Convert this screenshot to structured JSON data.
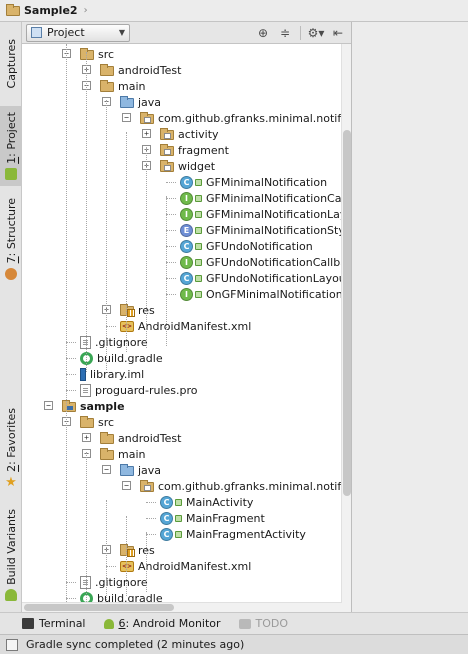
{
  "breadcrumb": {
    "project": "Sample2"
  },
  "left_tabs": [
    {
      "label": "Captures"
    },
    {
      "num": "1",
      "label": ": Project"
    },
    {
      "num": "7",
      "label": ": Structure"
    },
    {
      "num": "2",
      "label": ": Favorites"
    },
    {
      "label": "Build Variants"
    }
  ],
  "panel": {
    "view_mode": "Project",
    "toolbar_icons": [
      "locate-icon",
      "collapse-all-icon",
      "settings-icon",
      "hide-icon"
    ]
  },
  "tree": [
    {
      "label": "src",
      "icon": "folder",
      "toggle": "-"
    },
    {
      "label": "androidTest",
      "icon": "folder",
      "toggle": "+"
    },
    {
      "label": "main",
      "icon": "folder",
      "toggle": "-"
    },
    {
      "label": "java",
      "icon": "source-folder",
      "toggle": "-"
    },
    {
      "label": "com.github.gfranks.minimal.notific",
      "icon": "package",
      "toggle": "-"
    },
    {
      "label": "activity",
      "icon": "package",
      "toggle": "+"
    },
    {
      "label": "fragment",
      "icon": "package",
      "toggle": "+"
    },
    {
      "label": "widget",
      "icon": "package",
      "toggle": "+"
    },
    {
      "label": "GFMinimalNotification",
      "icon": "class"
    },
    {
      "label": "GFMinimalNotificationCallba",
      "icon": "interface"
    },
    {
      "label": "GFMinimalNotificationLayou",
      "icon": "interface"
    },
    {
      "label": "GFMinimalNotificationStyle",
      "icon": "enum"
    },
    {
      "label": "GFUndoNotification",
      "icon": "class"
    },
    {
      "label": "GFUndoNotificationCallback",
      "icon": "interface"
    },
    {
      "label": "GFUndoNotificationLayout",
      "icon": "class"
    },
    {
      "label": "OnGFMinimalNotificationCli",
      "icon": "interface"
    },
    {
      "label": "res",
      "icon": "res-folder",
      "toggle": "+"
    },
    {
      "label": "AndroidManifest.xml",
      "icon": "xml-file"
    },
    {
      "label": ".gitignore",
      "icon": "text-file"
    },
    {
      "label": "build.gradle",
      "icon": "gradle-file"
    },
    {
      "label": "library.iml",
      "icon": "iml-file"
    },
    {
      "label": "proguard-rules.pro",
      "icon": "text-file"
    },
    {
      "label": "sample",
      "icon": "module-folder",
      "toggle": "-",
      "bold": true
    },
    {
      "label": "src",
      "icon": "folder",
      "toggle": "-"
    },
    {
      "label": "androidTest",
      "icon": "folder",
      "toggle": "+"
    },
    {
      "label": "main",
      "icon": "folder",
      "toggle": "-"
    },
    {
      "label": "java",
      "icon": "source-folder",
      "toggle": "-"
    },
    {
      "label": "com.github.gfranks.minimal.notific",
      "icon": "package",
      "toggle": "-"
    },
    {
      "label": "MainActivity",
      "icon": "class"
    },
    {
      "label": "MainFragment",
      "icon": "class"
    },
    {
      "label": "MainFragmentActivity",
      "icon": "class"
    },
    {
      "label": "res",
      "icon": "res-folder",
      "toggle": "+"
    },
    {
      "label": "AndroidManifest.xml",
      "icon": "xml-file"
    },
    {
      "label": ".gitignore",
      "icon": "text-file"
    },
    {
      "label": "build.gradle",
      "icon": "gradle-file"
    }
  ],
  "bottom_tabs": [
    {
      "label": "Terminal",
      "icon": "terminal-icon"
    },
    {
      "num": "6",
      "label": ": Android Monitor",
      "icon": "android-icon"
    },
    {
      "label": "TODO",
      "icon": "todo-icon",
      "disabled": true
    }
  ],
  "status": {
    "message": "Gradle sync completed (2 minutes ago)"
  },
  "colors": {
    "folder": "#d9b36a",
    "source_folder": "#8fb8e0",
    "class_icon": "#55a6d6",
    "interface_icon": "#6fba4b",
    "enum_icon": "#6f8fd6",
    "active_tab_bg": "#c9c9c9"
  }
}
